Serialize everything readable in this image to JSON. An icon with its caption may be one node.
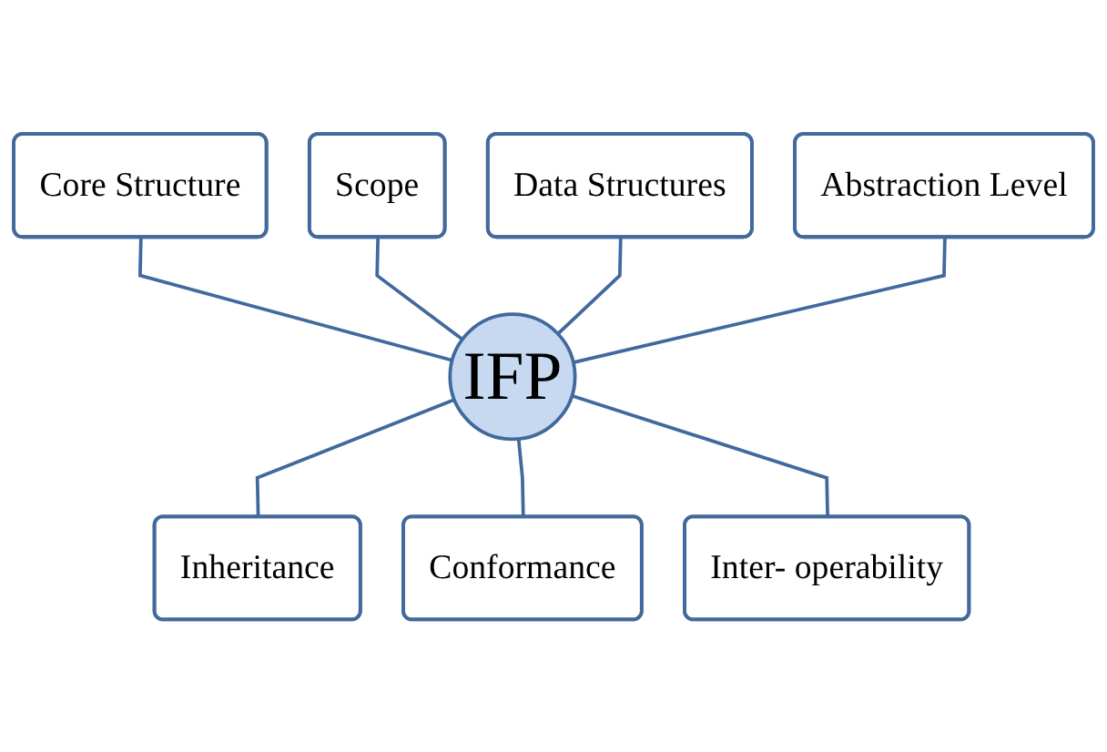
{
  "diagram": {
    "nodes": [
      {
        "text": [
          "Scope"
        ]
      },
      {
        "text": [
          "Core Structure"
        ]
      },
      {
        "text": [
          "Data Structures"
        ]
      },
      {
        "text": [
          "IFP"
        ]
      },
      {
        "text": [
          "Abstraction Level"
        ]
      },
      {
        "text": [
          "Inheritance"
        ]
      },
      {
        "text": [
          "Conformance"
        ]
      },
      {
        "text": [
          "Inter- operability"
        ]
      }
    ],
    "edges": [
      {
        "from": 1,
        "to": 3,
        "arrow": "none"
      },
      {
        "from": 0,
        "to": 3,
        "arrow": "none"
      },
      {
        "from": 2,
        "to": 3,
        "arrow": "none"
      },
      {
        "from": 4,
        "to": 3,
        "arrow": "none"
      },
      {
        "from": 3,
        "to": 5,
        "arrow": "none"
      },
      {
        "from": 3,
        "to": 6,
        "arrow": "none"
      },
      {
        "from": 3,
        "to": 7,
        "arrow": "none"
      }
    ]
  }
}
